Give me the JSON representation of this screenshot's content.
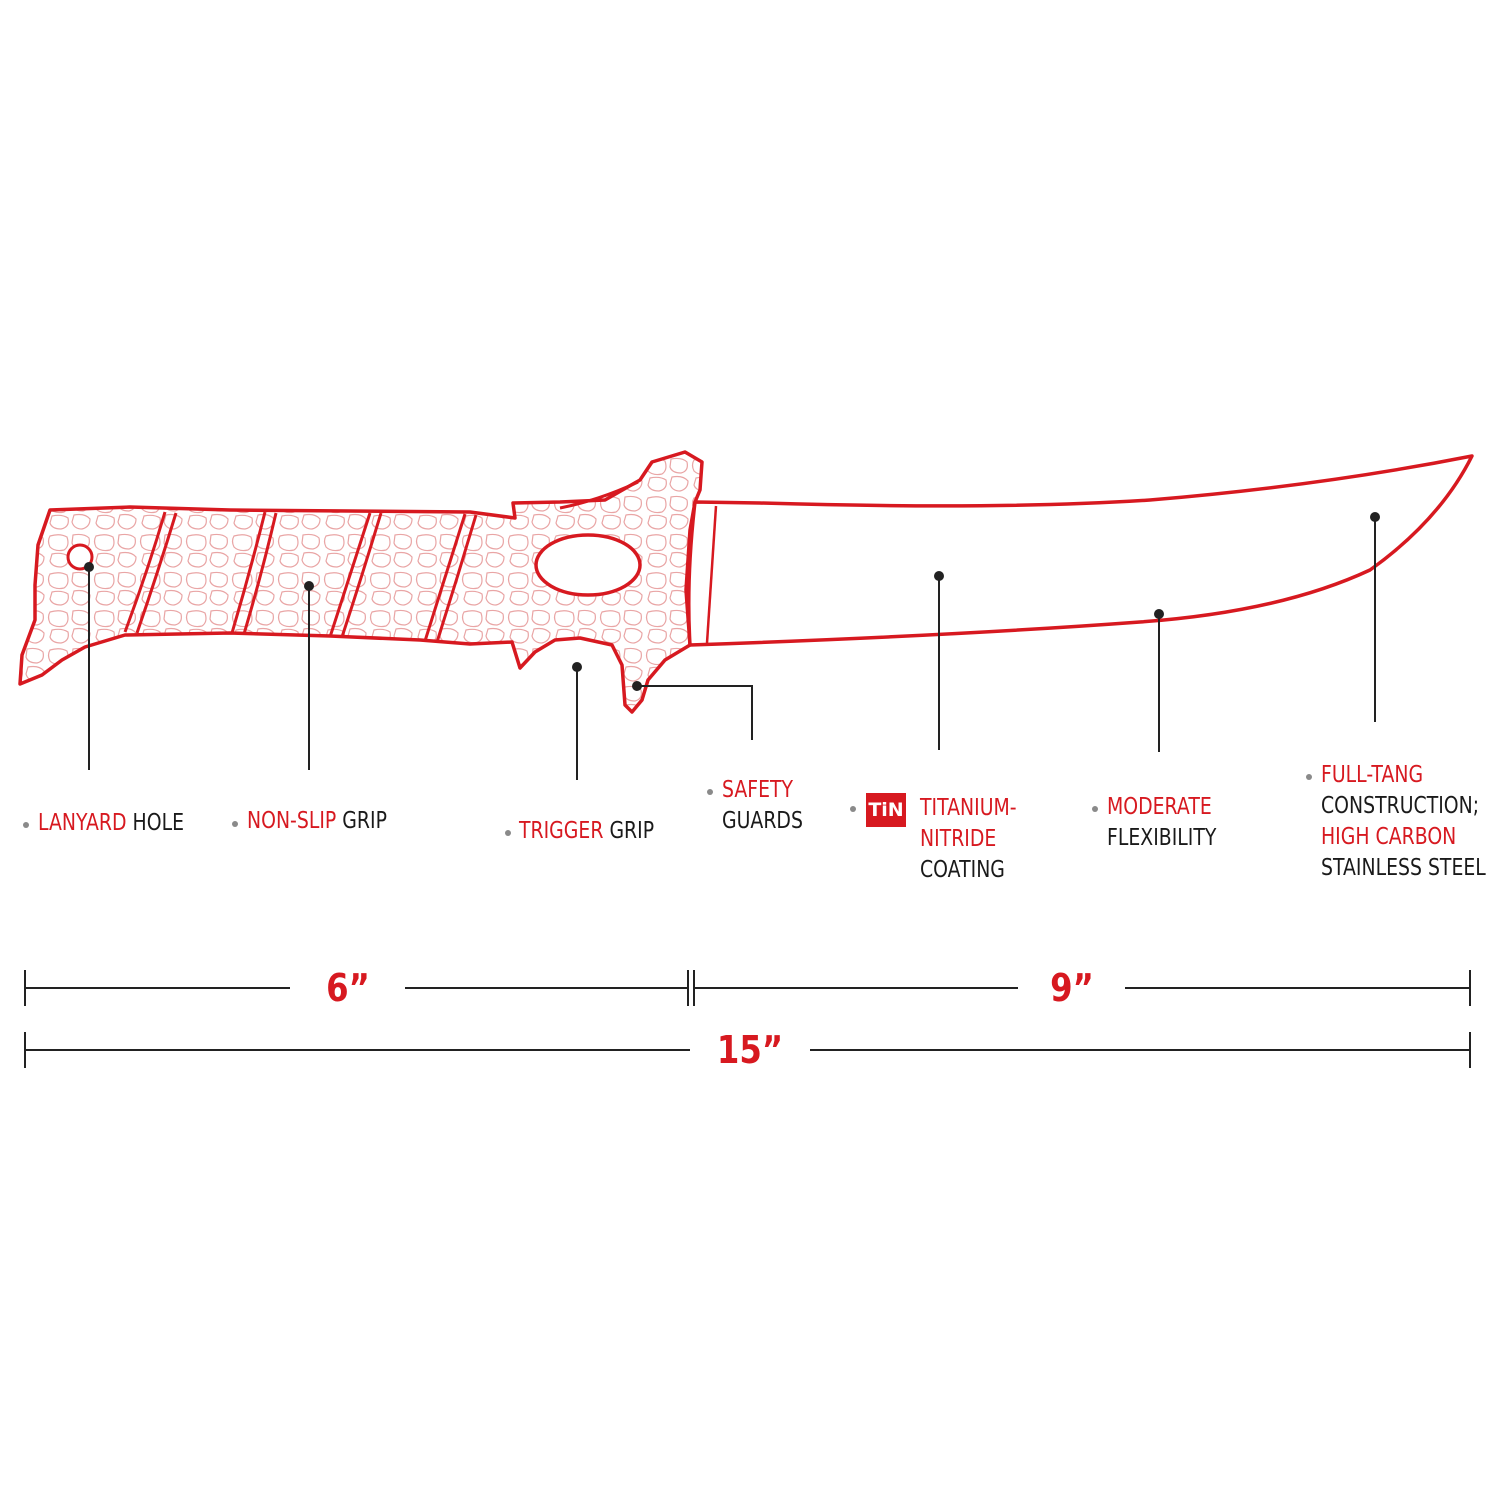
{
  "colors": {
    "accent": "#d71920",
    "text": "#1a1a1a",
    "leader": "#222222",
    "bullet": "#8a8a8a"
  },
  "icons": {
    "tin_badge": "titanium-nitride-badge-icon",
    "knife": "fillet-knife-icon"
  },
  "tin_badge_text": "TiN",
  "callouts": {
    "lanyard": {
      "red": "LANYARD",
      "black": " HOLE"
    },
    "grip": {
      "red": "NON-SLIP",
      "black": " GRIP"
    },
    "trigger": {
      "red": "TRIGGER",
      "black": " GRIP"
    },
    "safety": {
      "red": "SAFETY",
      "black": "GUARDS"
    },
    "coating": {
      "red1": "TITANIUM-",
      "red2": "NITRIDE",
      "black": "COATING"
    },
    "flex": {
      "red": "MODERATE",
      "black": "FLEXIBILITY"
    },
    "tang": {
      "red1": "FULL-TANG",
      "black1": "CONSTRUCTION;",
      "red2": "HIGH CARBON",
      "black2": "STAINLESS STEEL"
    }
  },
  "dimensions": {
    "handle": "6”",
    "blade": "9”",
    "total": "15”"
  }
}
